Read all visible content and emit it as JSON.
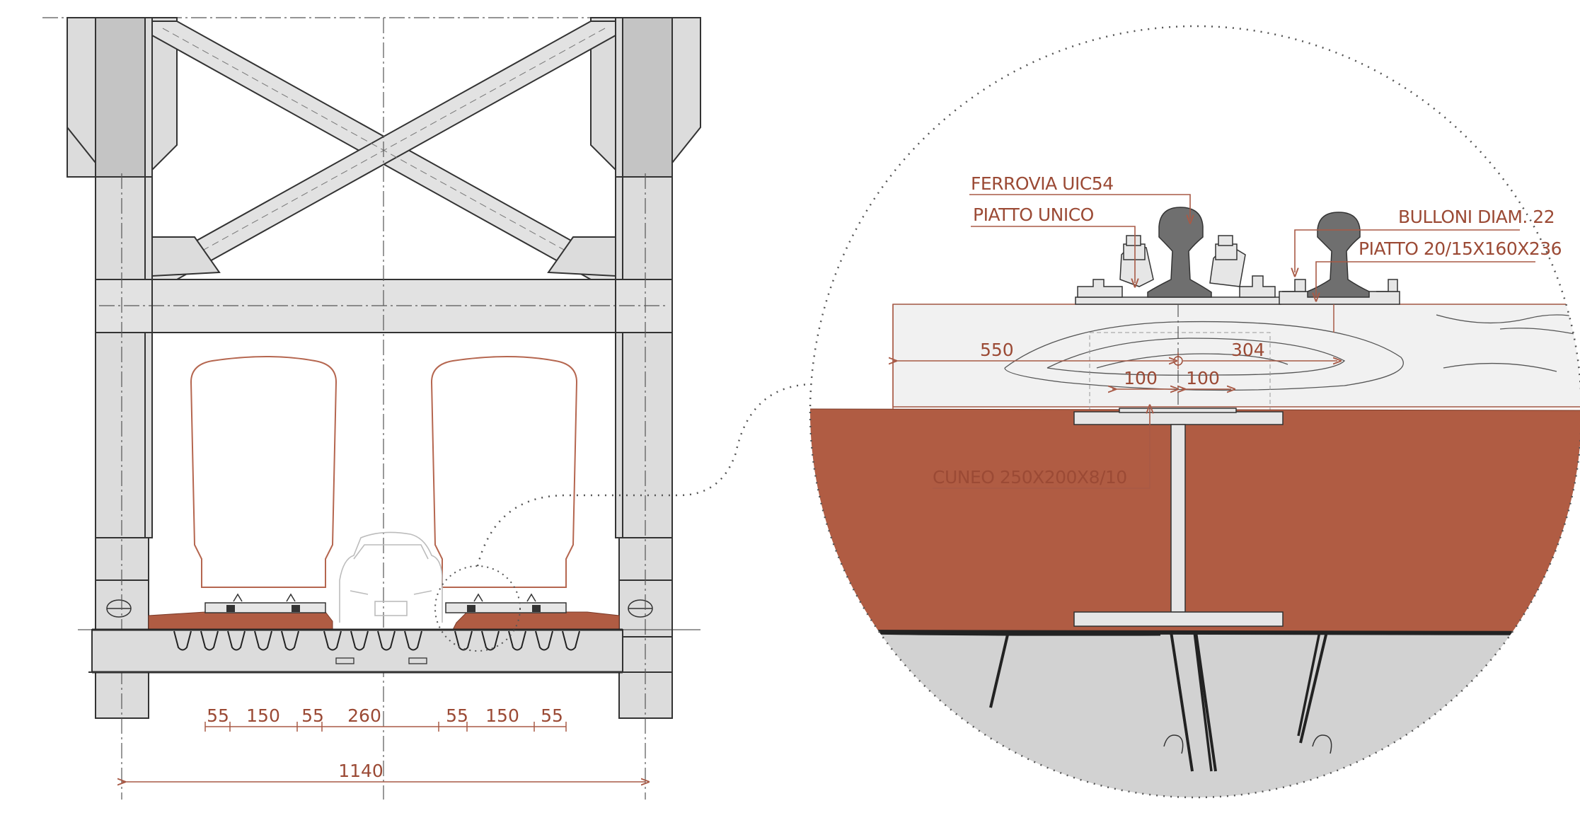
{
  "overview": {
    "dimensions": {
      "segments": [
        "55",
        "150",
        "55",
        "260",
        "55",
        "150",
        "55"
      ],
      "overall": "1140"
    }
  },
  "detail": {
    "labels": {
      "rail": "FERROVIA UIC54",
      "single_plate": "PIATTO UNICO",
      "bolts": "BULLONI DIAM. 22",
      "plate": "PIATTO 20/15X160X236",
      "wedge": "CUNEO 250X200X8/10"
    },
    "dimensions": {
      "left": "550",
      "right": "304",
      "half_left": "100",
      "half_right": "100"
    }
  },
  "colors": {
    "accent": "#9b4a35",
    "deck": "#b05c43",
    "steel": "#dcdcdc"
  }
}
